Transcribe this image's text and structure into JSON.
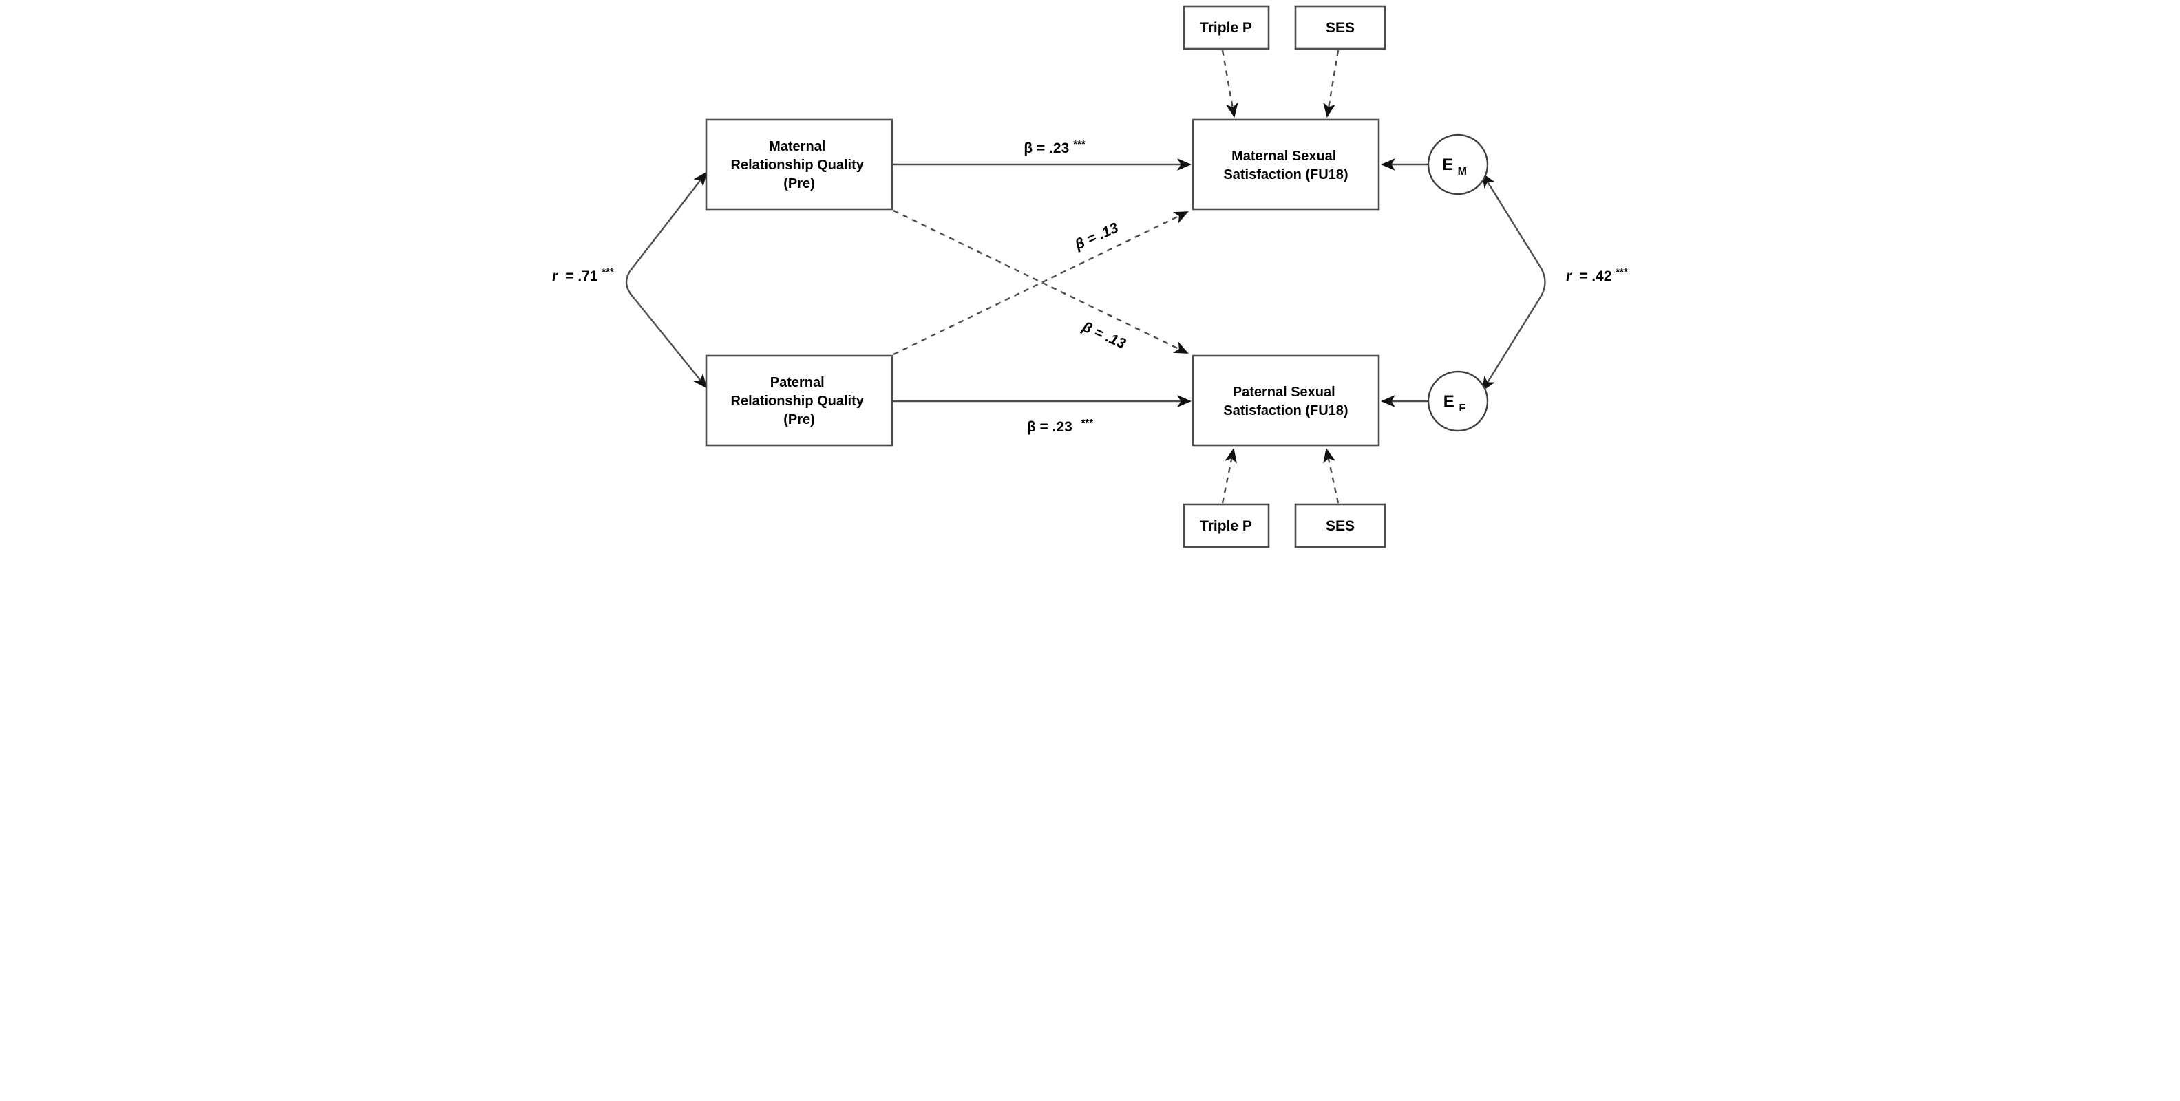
{
  "figure": {
    "background": "#ffffff",
    "colors": {
      "line": "#4d4d4d",
      "arrowhead": "#111111",
      "text": "#000000",
      "box_fill": "#ffffff"
    },
    "nodes": {
      "maternal_rq": {
        "lines": [
          "Maternal",
          "Relationship Quality",
          "(Pre)"
        ]
      },
      "paternal_rq": {
        "lines": [
          "Paternal",
          "Relationship Quality",
          "(Pre)"
        ]
      },
      "maternal_ss": {
        "lines": [
          "Maternal Sexual",
          "Satisfaction (FU18)"
        ]
      },
      "paternal_ss": {
        "lines": [
          "Paternal Sexual",
          "Satisfaction (FU18)"
        ]
      },
      "triple_p_top": {
        "label": "Triple P"
      },
      "ses_top": {
        "label": "SES"
      },
      "triple_p_bottom": {
        "label": "Triple P"
      },
      "ses_bottom": {
        "label": "SES"
      },
      "error_maternal": {
        "letter": "E",
        "subscript": "M"
      },
      "error_paternal": {
        "letter": "E",
        "subscript": "F"
      }
    },
    "labels": {
      "maternal_beta": {
        "text": "β = .23",
        "stars": "***"
      },
      "paternal_beta": {
        "text": "β = .23",
        "stars": "***"
      },
      "cross_to_maternal": {
        "text": "β = .13"
      },
      "cross_to_paternal": {
        "text": "β = .13"
      },
      "rq_correlation": {
        "symbol": "r",
        "value": "= .71",
        "stars": "***"
      },
      "error_correlation": {
        "symbol": "r",
        "value": "= .42",
        "stars": "***"
      }
    }
  }
}
